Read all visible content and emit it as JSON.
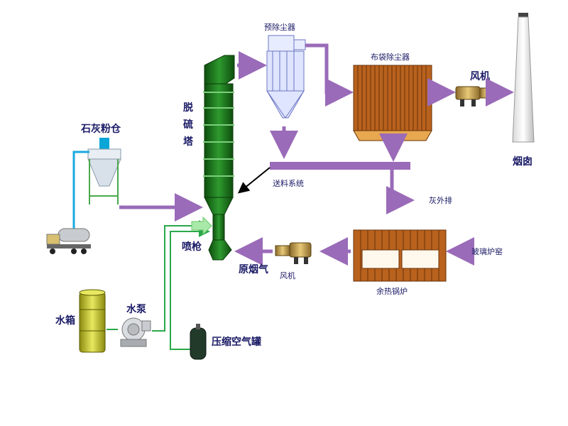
{
  "labels": {
    "desulfurization_tower": [
      "脱",
      "硫",
      "塔"
    ],
    "pre_dust_collector": "预除尘器",
    "bag_filter": "布袋除尘器",
    "fan_top": "风机",
    "chimney": "烟囱",
    "lime_silo": "石灰粉仓",
    "conveying_system": "送料系统",
    "ash_discharge": "灰外排",
    "nozzle": "喷枪",
    "raw_flue_gas": "原烟气",
    "fan_bottom": "风机",
    "waste_heat_boiler": "余热锅炉",
    "glass_furnace": "玻璃炉窑",
    "water_tank": "水箱",
    "water_pump": "水泵",
    "air_tank": "压缩空气罐"
  },
  "colors": {
    "flow_arrow": "#9a6bb8",
    "tower": "#1f7a1f",
    "water_line": "#2aa84a",
    "lime_line": "#1aa8e0",
    "filter_body": "#b8621e",
    "cyclone": "#7a86c8",
    "label": "#1a1a66"
  }
}
